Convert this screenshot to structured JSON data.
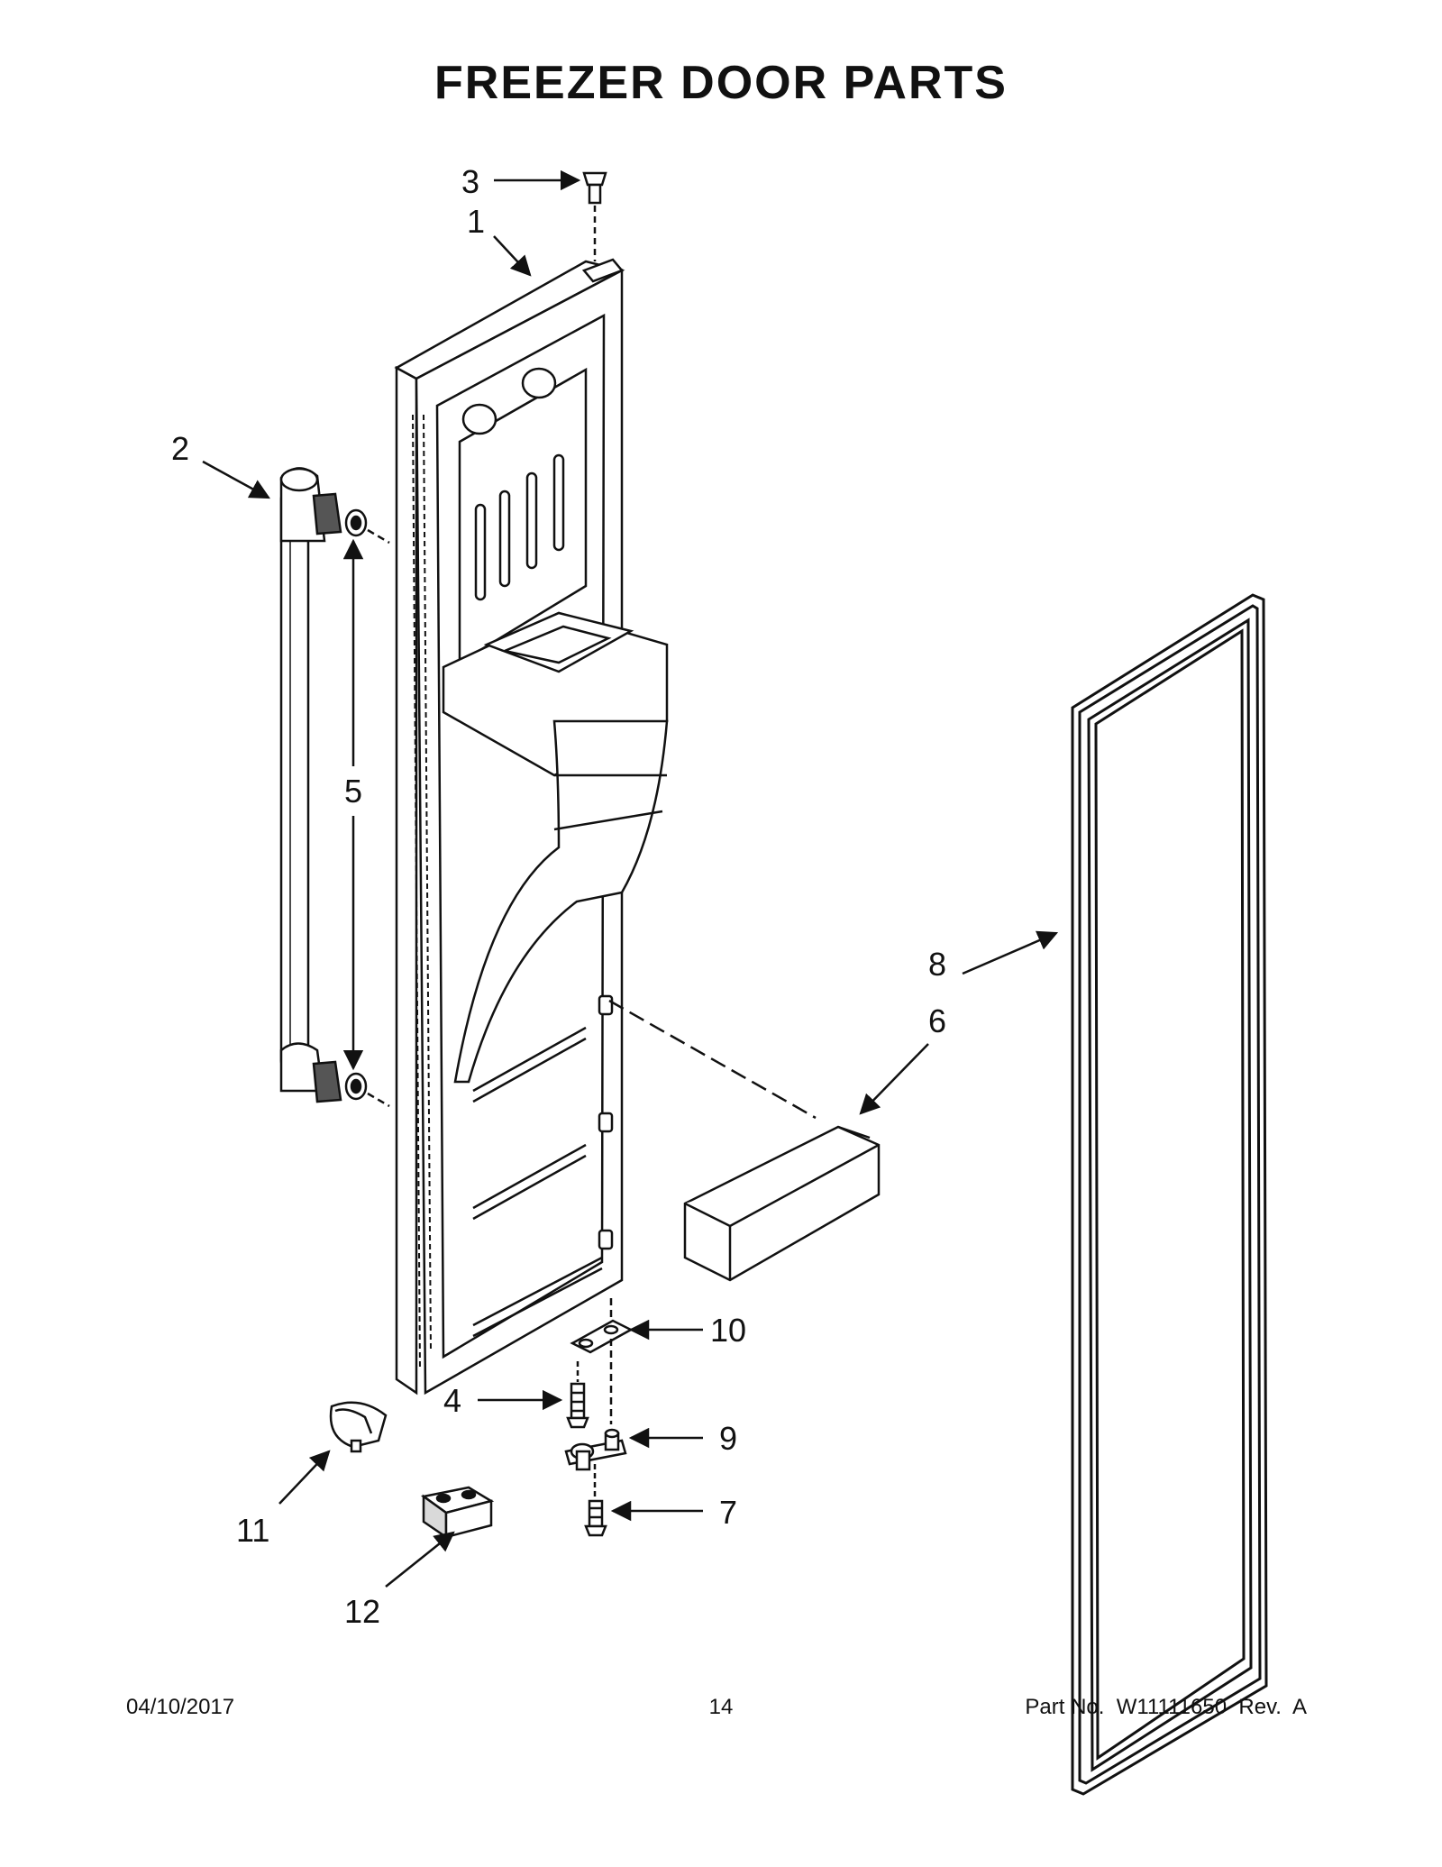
{
  "title": "FREEZER DOOR PARTS",
  "callouts": {
    "c1": "1",
    "c2": "2",
    "c3": "3",
    "c4": "4",
    "c5": "5",
    "c6": "6",
    "c7": "7",
    "c8": "8",
    "c9": "9",
    "c10": "10",
    "c11": "11",
    "c12": "12"
  },
  "footer": {
    "date": "04/10/2017",
    "page": "14",
    "part": "Part No.  W11111650  Rev.  A"
  },
  "colors": {
    "line": "#111111",
    "fill": "#ffffff",
    "shade": "#d9d9d9"
  }
}
